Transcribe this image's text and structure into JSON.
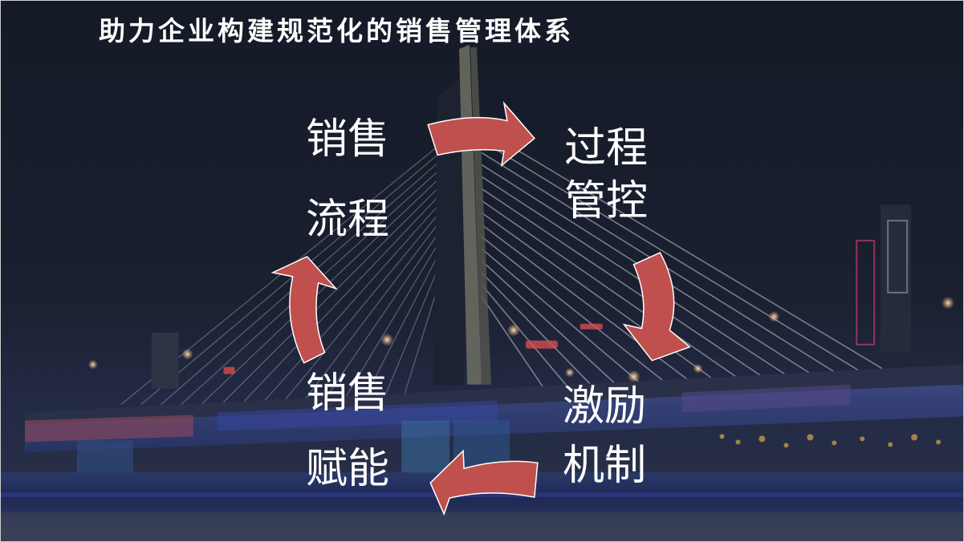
{
  "slide": {
    "title": "助力企业构建规范化的销售管理体系",
    "background": "night-bridge-photo",
    "colors": {
      "background": "#161c2a",
      "title_text": "#ffffff",
      "stage_text": "#ffffff",
      "arrow_fill": "#c0504d",
      "arrow_stroke": "#ffffff"
    }
  },
  "cycle": {
    "stages": [
      {
        "id": "sales-process",
        "line1": "销售",
        "line2": "流程"
      },
      {
        "id": "process-control",
        "line1": "过程",
        "line2": "管控"
      },
      {
        "id": "incentive-mechanism",
        "line1": "激励",
        "line2": "机制"
      },
      {
        "id": "sales-enablement",
        "line1": "销售",
        "line2": "赋能"
      }
    ],
    "arrows": [
      {
        "from": "sales-process",
        "to": "process-control",
        "direction": "right"
      },
      {
        "from": "process-control",
        "to": "incentive-mechanism",
        "direction": "down"
      },
      {
        "from": "incentive-mechanism",
        "to": "sales-enablement",
        "direction": "left"
      },
      {
        "from": "sales-enablement",
        "to": "sales-process",
        "direction": "up"
      }
    ]
  }
}
